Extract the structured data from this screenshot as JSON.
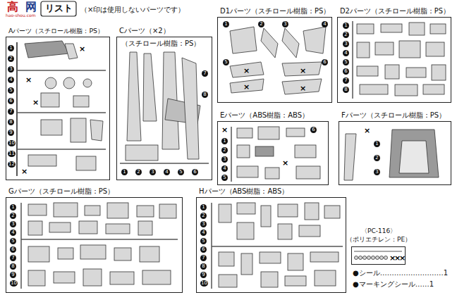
{
  "diagram": {
    "title": "リスト",
    "nodes": [
      {
        "text": [
          "Aパーツ（スチロール樹脂：PS）"
        ]
      },
      {
        "text": [
          "Cパーツ（×2）",
          "（スチロール樹脂：PS）"
        ]
      },
      {
        "text": [
          "D1パーツ（スチロール樹脂：PS）"
        ]
      },
      {
        "text": [
          "D2パーツ（スチロール樹脂：PS）"
        ]
      },
      {
        "text": [
          "Eパーツ（ABS樹脂：ABS）"
        ]
      },
      {
        "text": [
          "Fパーツ（スチロール樹脂：PS）"
        ]
      },
      {
        "text": [
          "Gパーツ（スチロール樹脂：PS）"
        ]
      },
      {
        "text": [
          "Hパーツ（ABS樹脂：ABS）"
        ]
      },
      {
        "text": [
          "〈PC-116〉",
          "（ポリエチレン：PE）"
        ]
      }
    ],
    "labels": [
      "（×印は使用しないパーツです）",
      "高",
      "网",
      "hao-shou.com",
      "●シール………………………1",
      "●マーキングシール……1",
      "1",
      "2",
      "3",
      "4",
      "5",
      "6",
      "7",
      "8",
      "9",
      "10",
      "11",
      "12",
      "×",
      "×",
      "×",
      "×",
      "1",
      "2",
      "3",
      "4",
      "5",
      "6",
      "7",
      "8",
      "1",
      "2",
      "3",
      "4",
      "5",
      "6",
      "×",
      "×",
      "×",
      "×",
      "1",
      "2",
      "3",
      "4",
      "5",
      "6",
      "7",
      "8",
      "1",
      "2",
      "3",
      "4",
      "5",
      "6",
      "×",
      "×",
      "1",
      "2",
      "3",
      "×",
      "1",
      "2",
      "3",
      "4",
      "5",
      "6",
      "7",
      "8",
      "9",
      "10",
      "1",
      "2",
      "3",
      "4",
      "5",
      "6",
      "7",
      "8",
      "9",
      "10",
      "×",
      "×",
      "×"
    ]
  }
}
